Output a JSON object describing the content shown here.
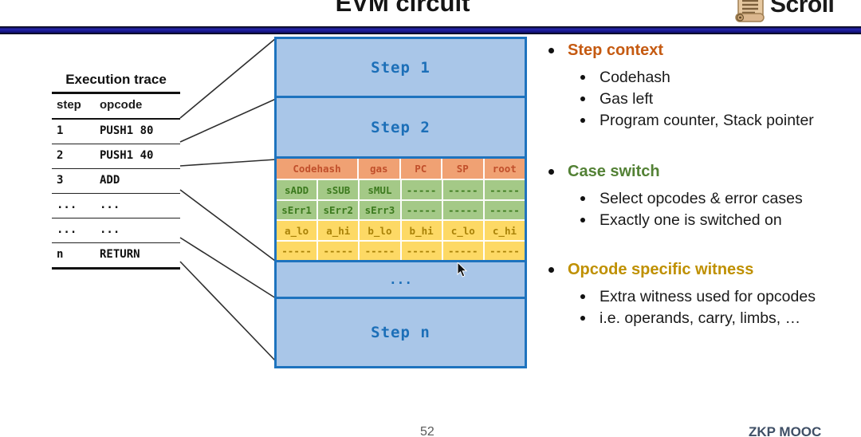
{
  "title": "EVM circuit",
  "logo": {
    "text": "Scroll"
  },
  "footer": {
    "page_number": "52",
    "brand": "ZKP MOOC"
  },
  "execution_trace": {
    "title": "Execution trace",
    "headers": {
      "step": "step",
      "opcode": "opcode"
    },
    "rows": [
      {
        "step": "1",
        "opcode": "PUSH1 80"
      },
      {
        "step": "2",
        "opcode": "PUSH1 40"
      },
      {
        "step": "3",
        "opcode": "ADD"
      },
      {
        "step": "...",
        "opcode": "..."
      },
      {
        "step": "...",
        "opcode": "..."
      },
      {
        "step": "n",
        "opcode": "RETURN"
      }
    ]
  },
  "step_stack": {
    "step1": "Step 1",
    "step2": "Step 2",
    "dots": "...",
    "stepn": "Step n",
    "context_table": {
      "header": {
        "codehash": "Codehash",
        "gas": "gas",
        "pc": "PC",
        "sp": "SP",
        "root": "root"
      },
      "rows": [
        [
          "sADD",
          "sSUB",
          "sMUL",
          "-----",
          "-----",
          "-----"
        ],
        [
          "sErr1",
          "sErr2",
          "sErr3",
          "-----",
          "-----",
          "-----"
        ],
        [
          "a_lo",
          "a_hi",
          "b_lo",
          "b_hi",
          "c_lo",
          "c_hi"
        ],
        [
          "-----",
          "-----",
          "-----",
          "-----",
          "-----",
          "-----"
        ]
      ]
    }
  },
  "bullets": [
    {
      "heading": "Step context",
      "items": [
        "Codehash",
        "Gas left",
        "Program counter, Stack pointer"
      ]
    },
    {
      "heading": "Case switch",
      "items": [
        "Select opcodes & error cases",
        "Exactly one is switched on"
      ]
    },
    {
      "heading": "Opcode specific witness",
      "items": [
        "Extra witness used for opcodes",
        "i.e. operands, carry, limbs, …"
      ]
    }
  ],
  "colors": {
    "accent_orange": "#c55a11",
    "accent_green": "#538135",
    "accent_gold": "#bf9000",
    "box_fill": "#a9c6e8",
    "box_border": "#1e73be",
    "step_text": "#1c6fb8",
    "table_header_bg": "#f0a173",
    "table_green_bg": "#a4c987",
    "table_yellow_bg": "#fdd965"
  }
}
